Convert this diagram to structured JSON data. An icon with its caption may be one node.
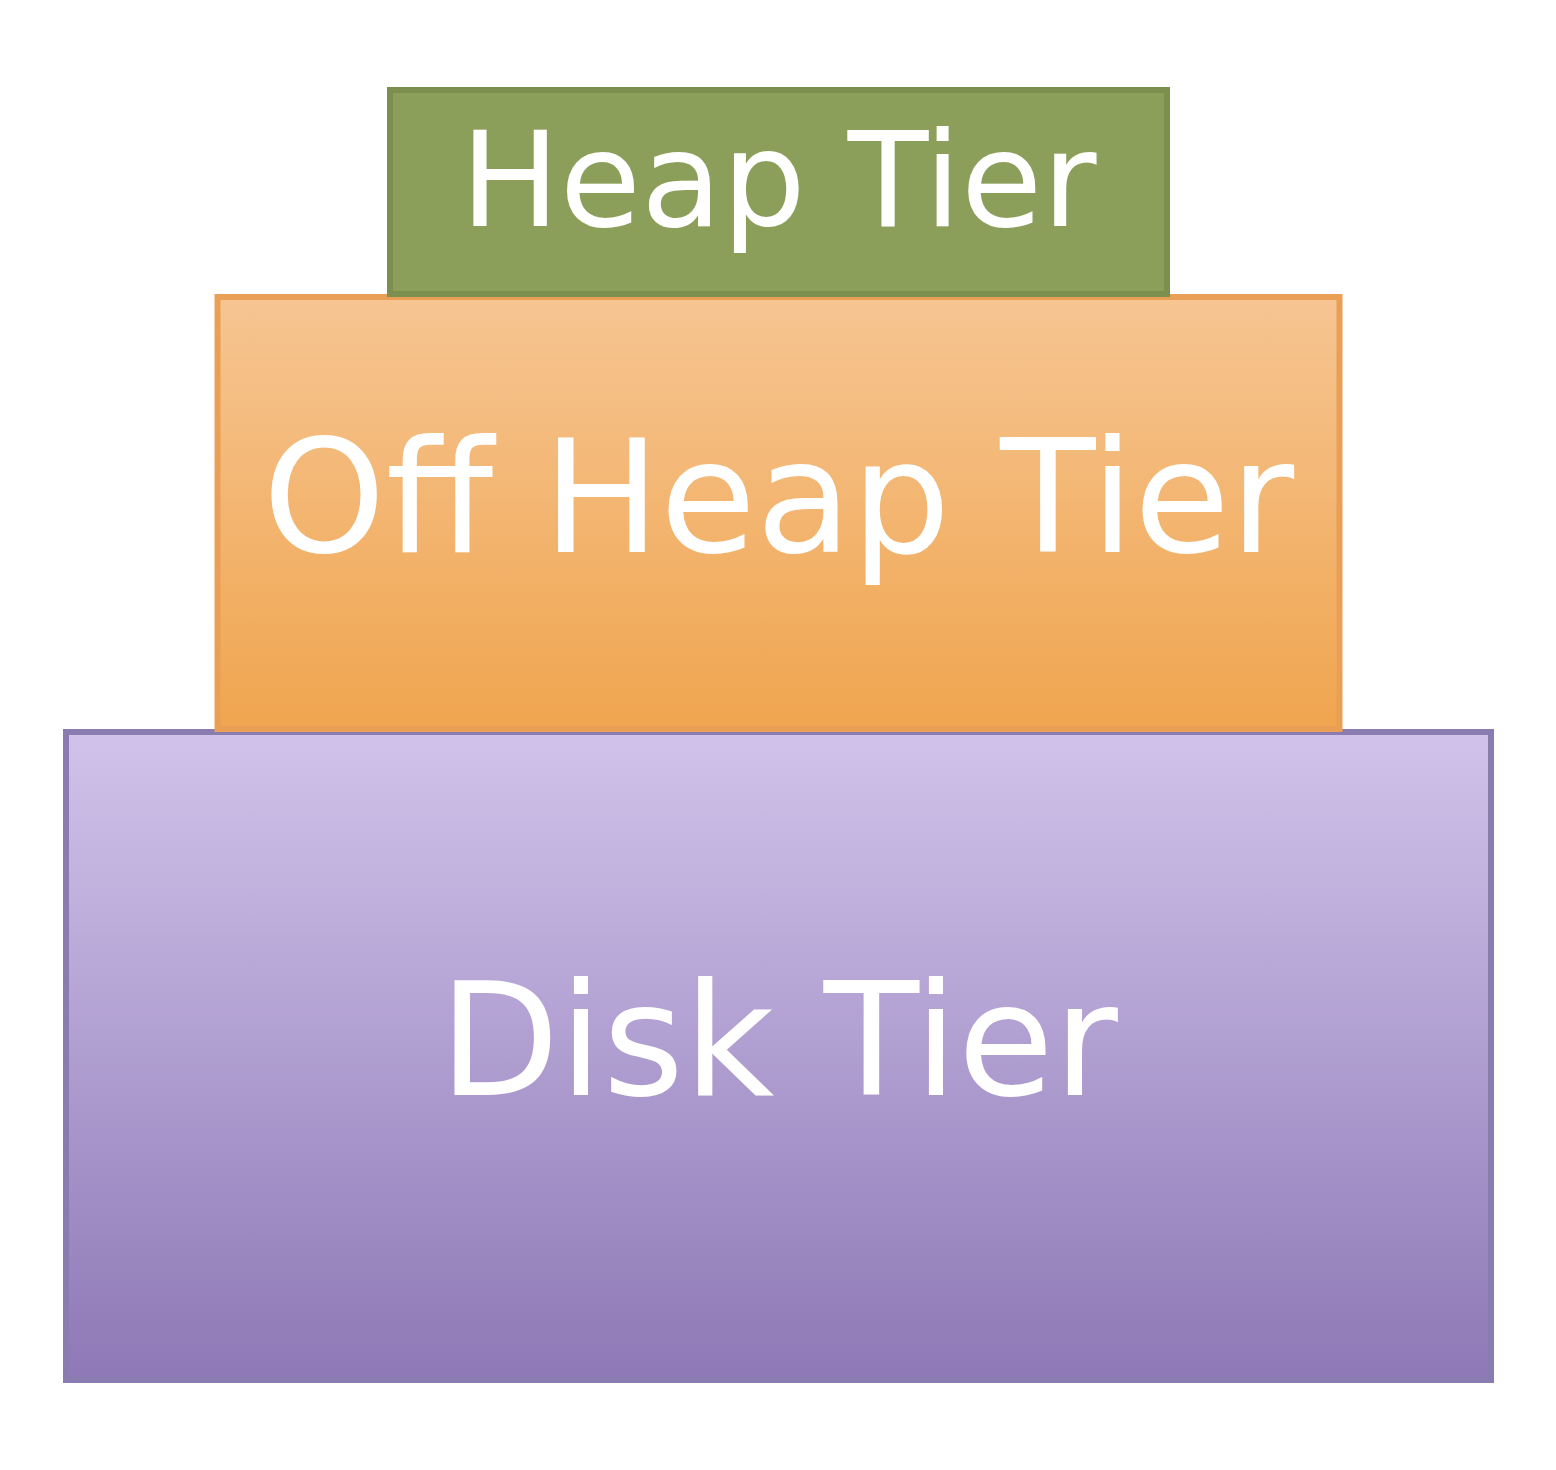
{
  "diagram": {
    "nodes": [
      {
        "text": [
          "Heap Tier"
        ]
      },
      {
        "text": [
          "Off Heap Tier"
        ]
      },
      {
        "text": [
          "Disk Tier"
        ]
      }
    ]
  }
}
